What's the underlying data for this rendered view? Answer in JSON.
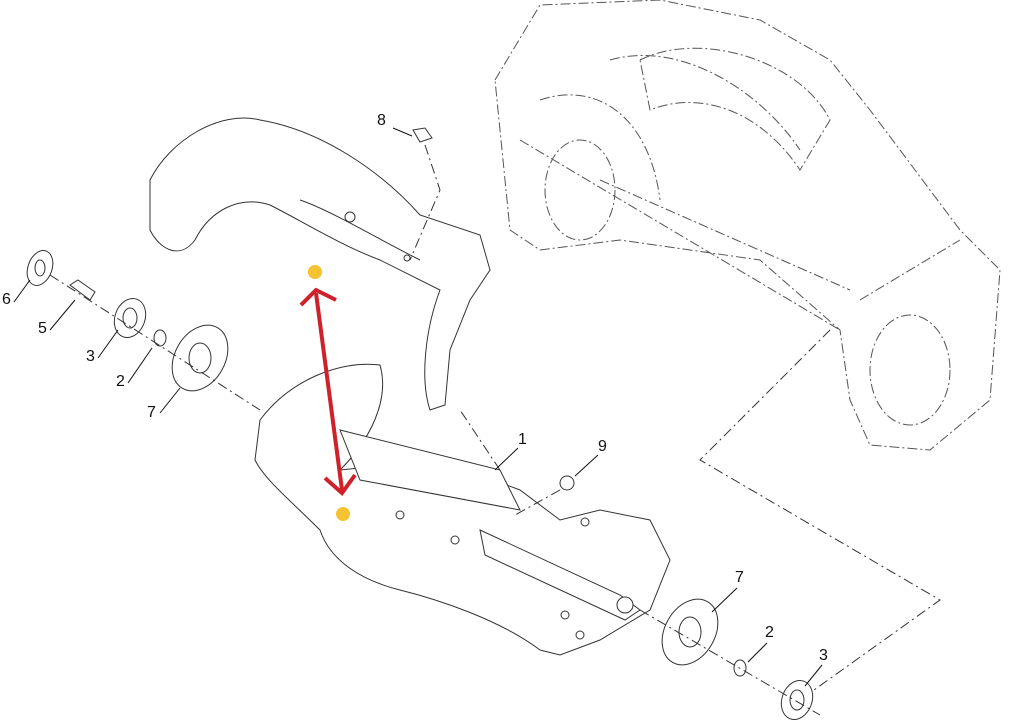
{
  "diagram": {
    "callouts": [
      {
        "id": "c8",
        "label": "8"
      },
      {
        "id": "c6",
        "label": "6"
      },
      {
        "id": "c5",
        "label": "5"
      },
      {
        "id": "c3a",
        "label": "3"
      },
      {
        "id": "c2a",
        "label": "2"
      },
      {
        "id": "c7a",
        "label": "7"
      },
      {
        "id": "c1",
        "label": "1"
      },
      {
        "id": "c9",
        "label": "9"
      },
      {
        "id": "c7b",
        "label": "7"
      },
      {
        "id": "c2b",
        "label": "2"
      },
      {
        "id": "c3b",
        "label": "3"
      }
    ],
    "annotation_colors": {
      "arrow": "#d0202a",
      "marker": "#f5c232"
    }
  }
}
